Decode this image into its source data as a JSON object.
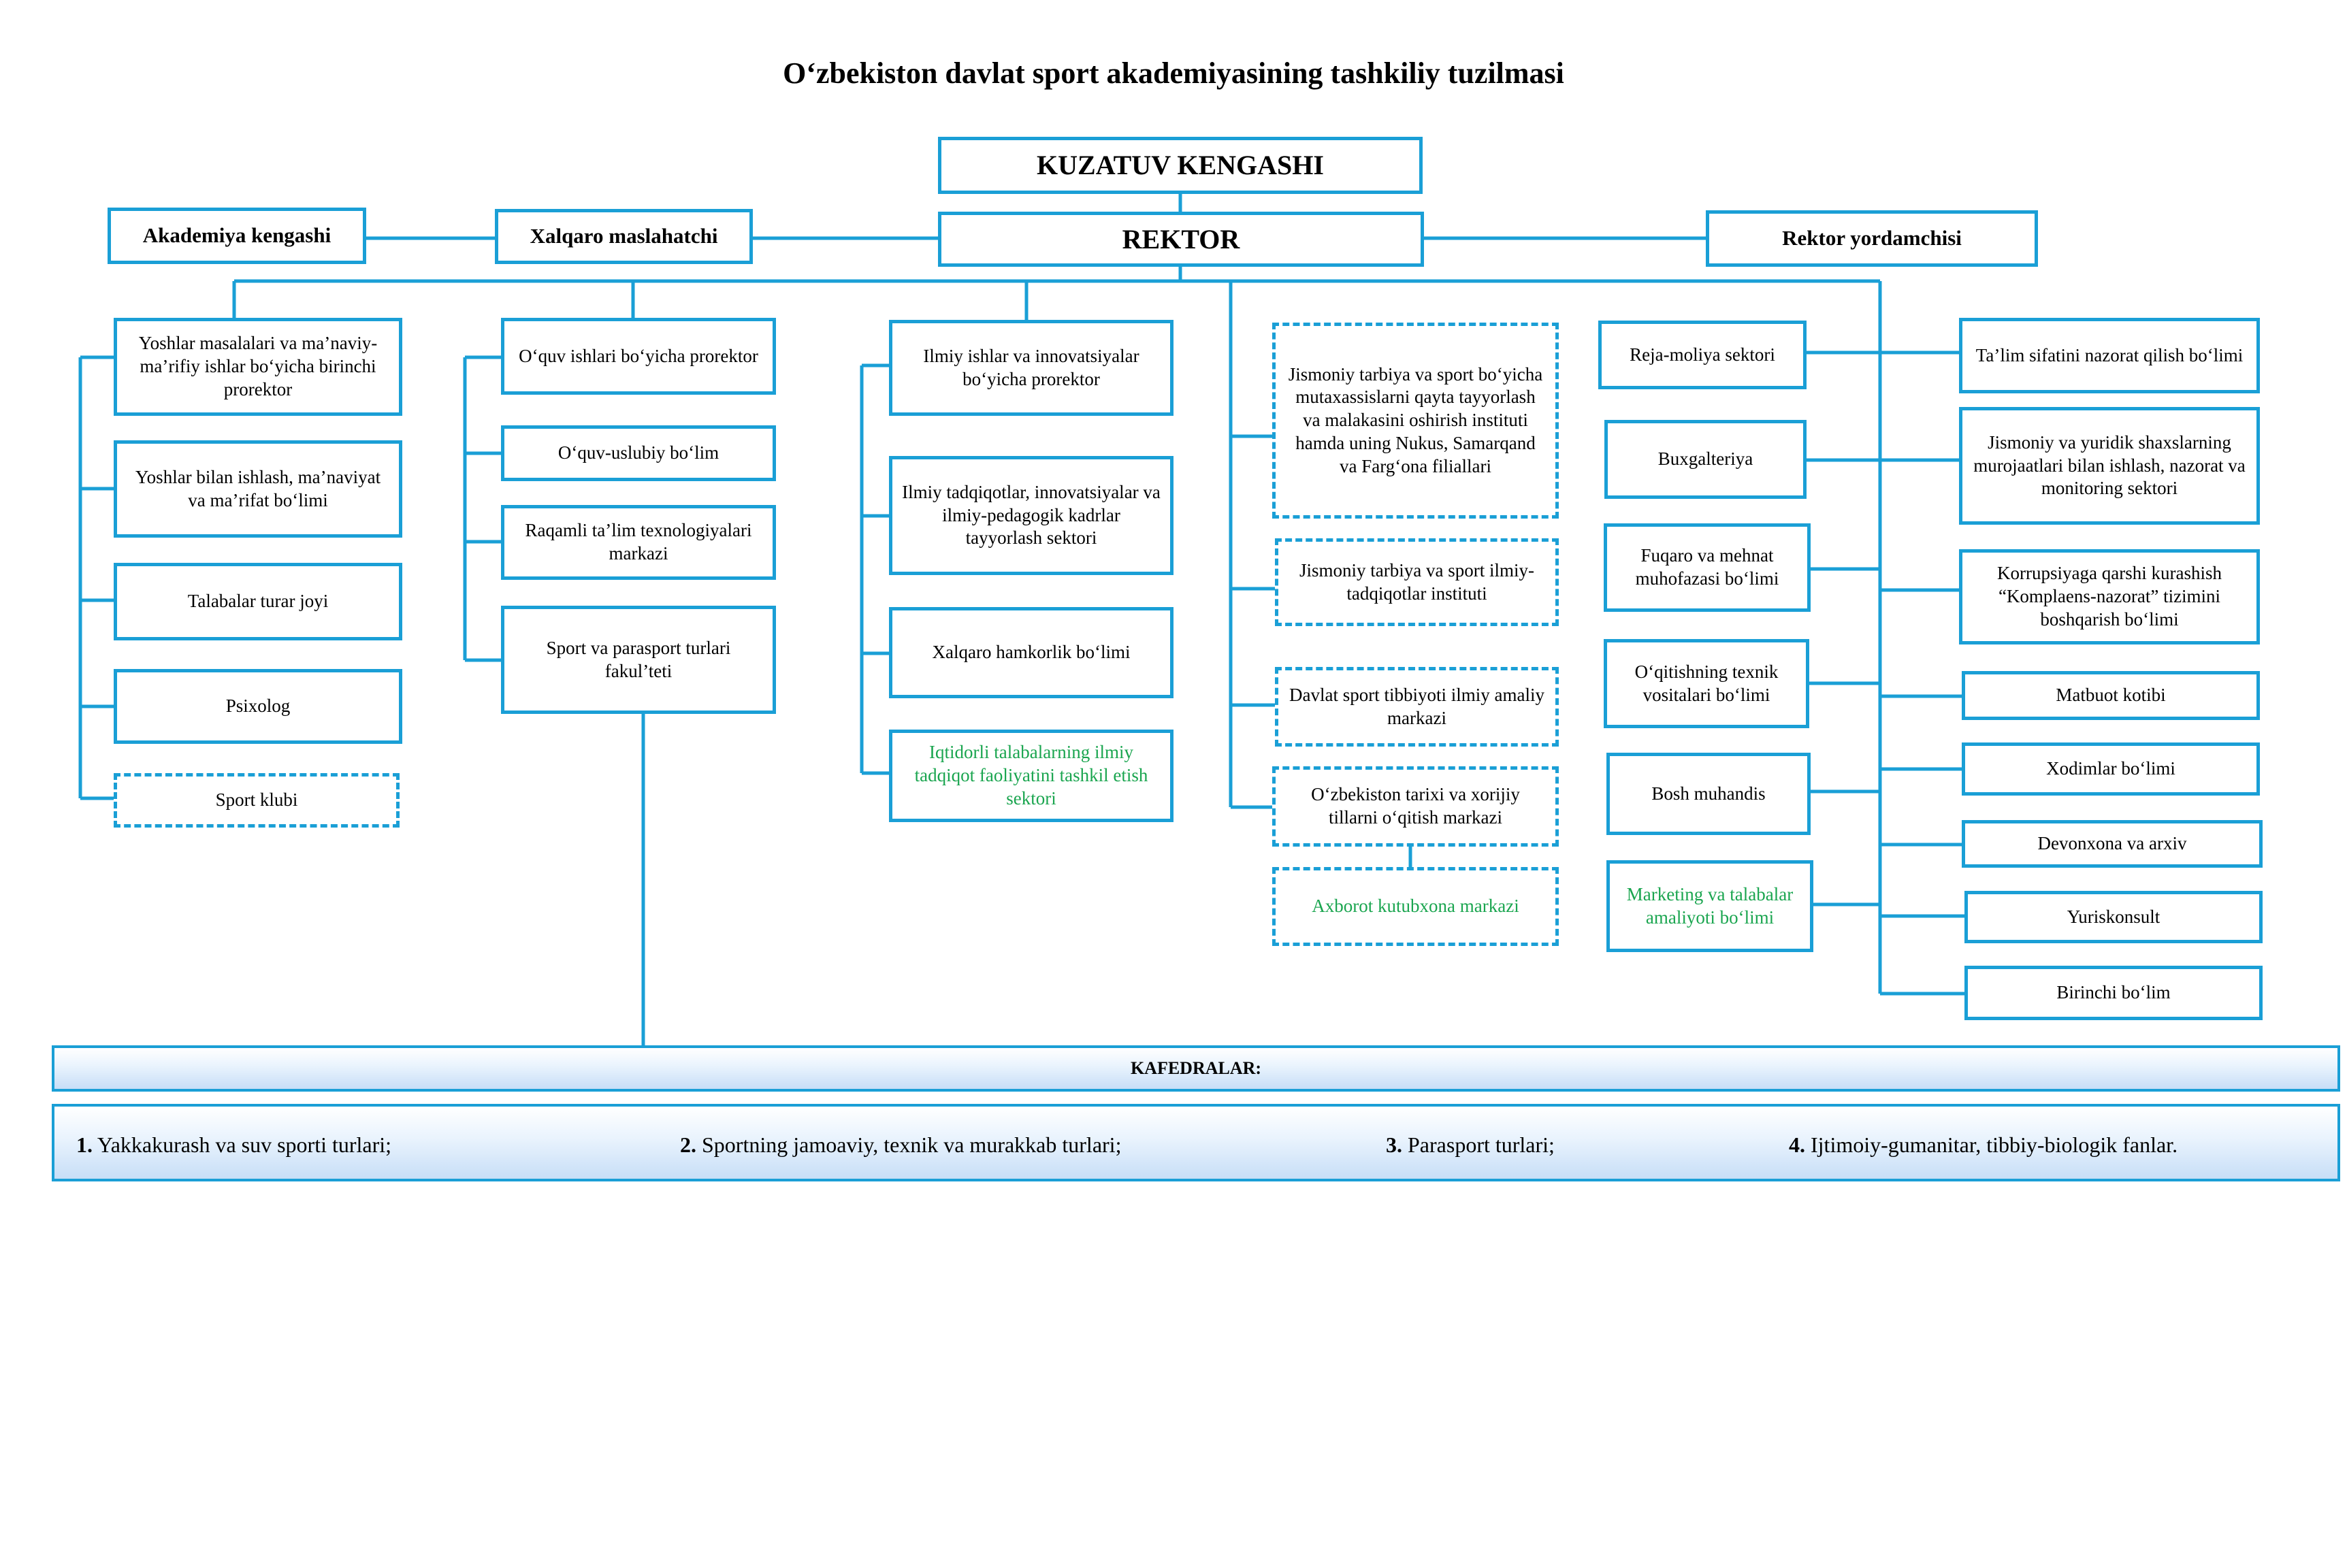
{
  "title": "O‘zbekiston davlat sport akademiyasining tashkiliy tuzilmasi",
  "top": {
    "supervisory_board": "KUZATUV KENGASHI",
    "rector": "REKTOR",
    "academic_council": "Akademiya kengashi",
    "international_advisor": "Xalqaro maslahatchi",
    "rector_assistant": "Rektor yordamchisi"
  },
  "col1": [
    "Yoshlar masalalari va ma’naviy-ma’rifiy ishlar bo‘yicha birinchi prorektor",
    "Yoshlar bilan ishlash, ma’naviyat va ma’rifat bo‘limi",
    "Talabalar turar joyi",
    "Psixolog",
    "Sport klubi"
  ],
  "col2": [
    "O‘quv ishlari bo‘yicha prorektor",
    "O‘quv-uslubiy bo‘lim",
    "Raqamli ta’lim texnologiyalari markazi",
    "Sport va parasport turlari fakul’teti"
  ],
  "col3": [
    "Ilmiy ishlar va innovatsiyalar bo‘yicha prorektor",
    "Ilmiy tadqiqotlar, innovatsiyalar va ilmiy-pedagogik kadrlar tayyorlash sektori",
    "Xalqaro hamkorlik bo‘limi",
    "Iqtidorli talabalarning ilmiy tadqiqot faoliyatini tashkil etish sektori"
  ],
  "col4": [
    "Jismoniy tarbiya va sport bo‘yicha mutaxassislarni qayta tayyorlash va malakasini oshirish instituti hamda uning Nukus, Samarqand va Farg‘ona filiallari",
    "Jismoniy tarbiya va sport ilmiy-tadqiqotlar instituti",
    "Davlat sport tibbiyoti ilmiy amaliy markazi",
    "O‘zbekiston tarixi va xorijiy tillarni o‘qitish markazi",
    "Axborot kutubxona markazi"
  ],
  "col5": [
    "Reja-moliya sektori",
    "Buxgalteriya",
    "Fuqaro va mehnat muhofazasi bo‘limi",
    "O‘qitishning texnik vositalari bo‘limi",
    "Bosh muhandis",
    "Marketing va talabalar amaliyoti bo‘limi"
  ],
  "col6": [
    "Ta’lim sifatini nazorat qilish bo‘limi",
    "Jismoniy va yuridik shaxslarning murojaatlari bilan ishlash, nazorat va monitoring sektori",
    "Korrupsiyaga qarshi kurashish “Komplaens-nazorat” tizimini boshqarish bo‘limi",
    "Matbuot kotibi",
    "Xodimlar bo‘limi",
    "Devonxona va arxiv",
    "Yuriskonsult",
    "Birinchi bo‘lim"
  ],
  "departments": {
    "heading": "KAFEDRALAR:",
    "items": [
      {
        "num": "1.",
        "text": "Yakkakurash va suv sporti turlari;"
      },
      {
        "num": "2.",
        "text": "Sportning jamoaviy, texnik va murakkab turlari;"
      },
      {
        "num": "3.",
        "text": "Parasport turlari;"
      },
      {
        "num": "4.",
        "text": "Ijtimoiy-gumanitar, tibbiy-biologik fanlar."
      }
    ]
  },
  "colors": {
    "border": "#1a9fd6",
    "highlight_text": "#1aa54f"
  }
}
